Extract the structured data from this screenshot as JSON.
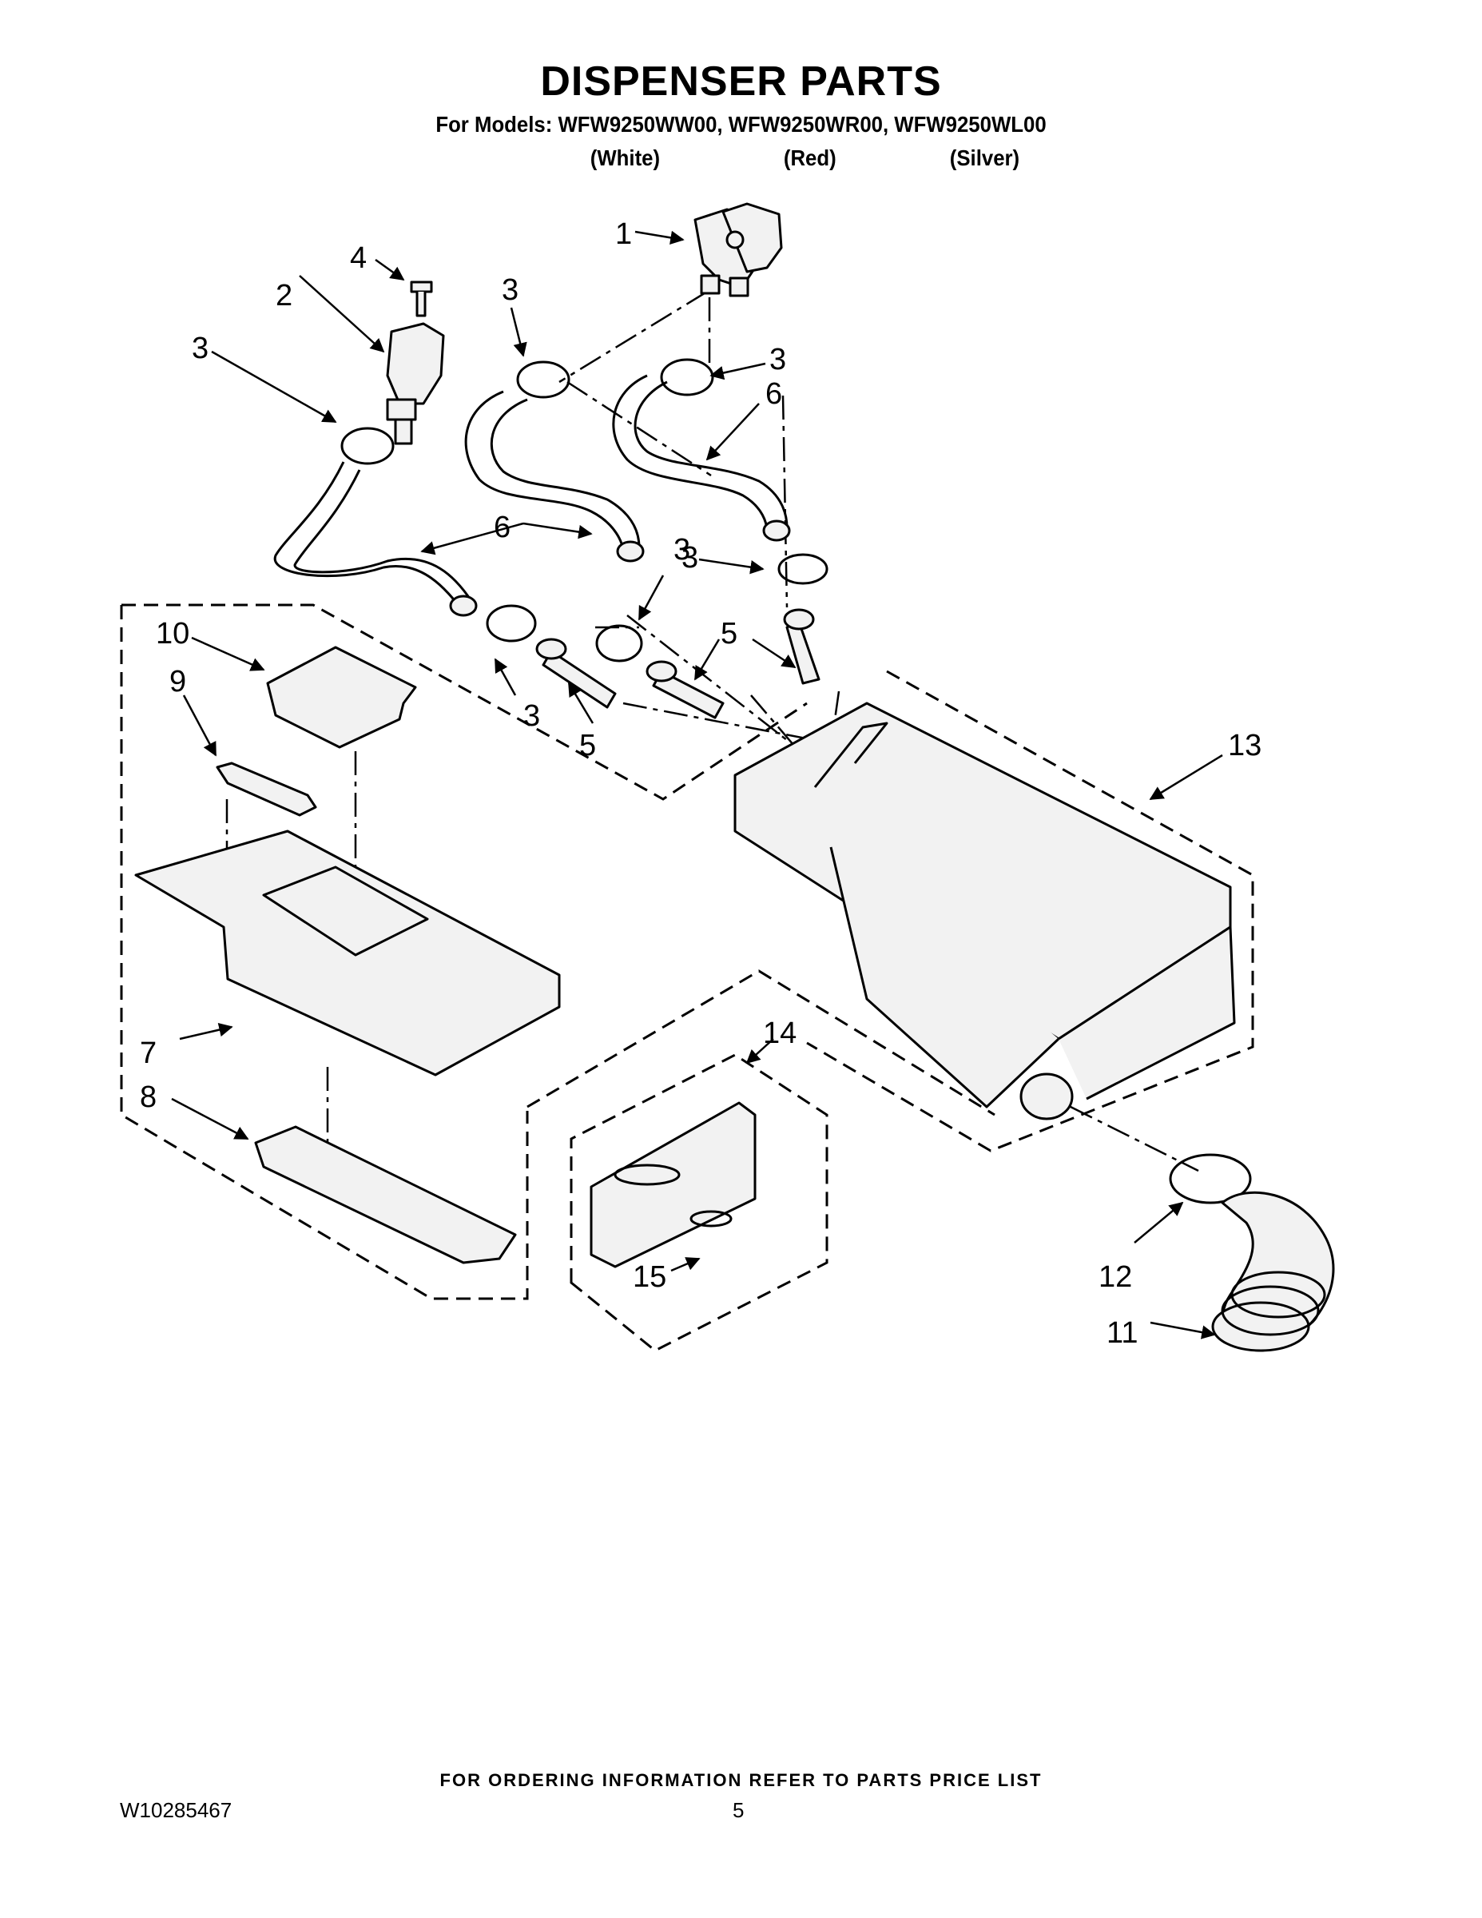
{
  "header": {
    "title": "DISPENSER PARTS",
    "models": "For Models: WFW9250WW00, WFW9250WR00, WFW9250WL00",
    "colors": [
      "(White)",
      "(Red)",
      "(Silver)"
    ]
  },
  "callouts": [
    "1",
    "2",
    "3",
    "4",
    "3",
    "3",
    "6",
    "6",
    "3",
    "3",
    "5",
    "5",
    "3",
    "10",
    "9",
    "13",
    "7",
    "8",
    "14",
    "15",
    "12",
    "11"
  ],
  "footer": {
    "note": "FOR ORDERING INFORMATION REFER TO PARTS PRICE LIST",
    "doc_number": "W10285467",
    "page_number": "5"
  },
  "colors_style": {
    "ink": "#000000",
    "paper": "#ffffff",
    "part_fill": "#f2f2f2"
  }
}
